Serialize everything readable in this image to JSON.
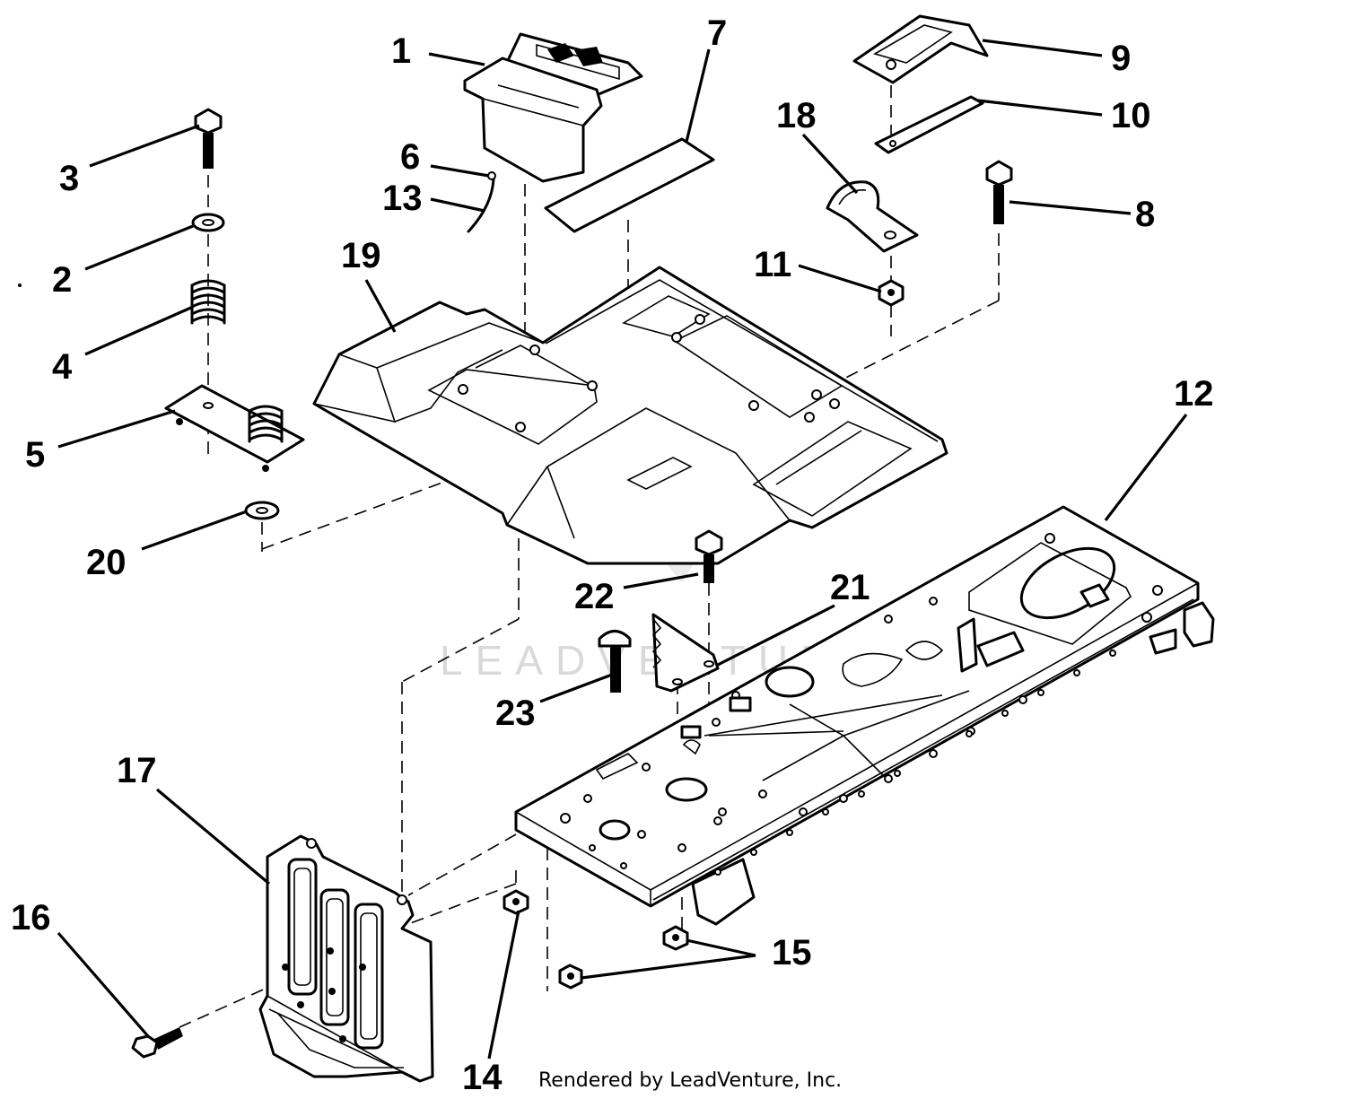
{
  "diagram": {
    "callouts": {
      "c1": "1",
      "c2": "2",
      "c3": "3",
      "c4": "4",
      "c5": "5",
      "c6": "6",
      "c7": "7",
      "c8": "8",
      "c9": "9",
      "c10": "10",
      "c11": "11",
      "c12": "12",
      "c13": "13",
      "c14": "14",
      "c15": "15",
      "c16": "16",
      "c17": "17",
      "c18": "18",
      "c19": "19",
      "c20": "20",
      "c21": "21",
      "c22": "22",
      "c23": "23"
    },
    "watermark": "LEADVENTURE",
    "footer": "Rendered by LeadVenture, Inc."
  }
}
